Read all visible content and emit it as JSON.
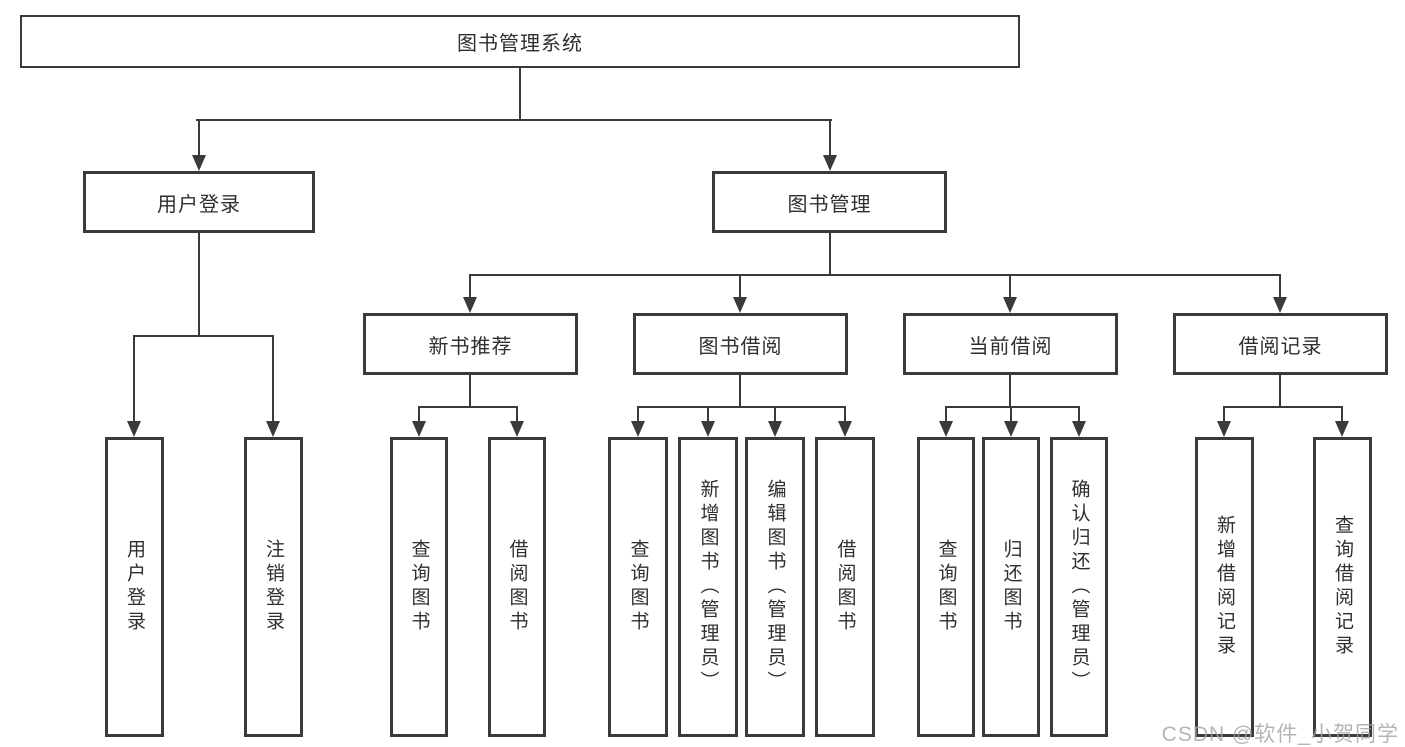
{
  "diagram": {
    "title": "图书管理系统",
    "level2": [
      {
        "label": "用户登录",
        "children": [
          "用户登录",
          "注销登录"
        ]
      },
      {
        "label": "图书管理"
      }
    ],
    "level3": [
      {
        "label": "新书推荐",
        "children": [
          "查询图书",
          "借阅图书"
        ]
      },
      {
        "label": "图书借阅",
        "children": [
          "查询图书",
          "新增图书（管理员）",
          "编辑图书（管理员）",
          "借阅图书"
        ]
      },
      {
        "label": "当前借阅",
        "children": [
          "查询图书",
          "归还图书",
          "确认归还（管理员）"
        ]
      },
      {
        "label": "借阅记录",
        "children": [
          "新增借阅记录",
          "查询借阅记录"
        ]
      }
    ]
  },
  "watermark": {
    "text": "CSDN @软件_小贺同学"
  },
  "colors": {
    "line": "#3a3a3a",
    "text": "#2f2f2f",
    "box_fill": "#ffffff",
    "watermark": "#a2a2a2"
  }
}
